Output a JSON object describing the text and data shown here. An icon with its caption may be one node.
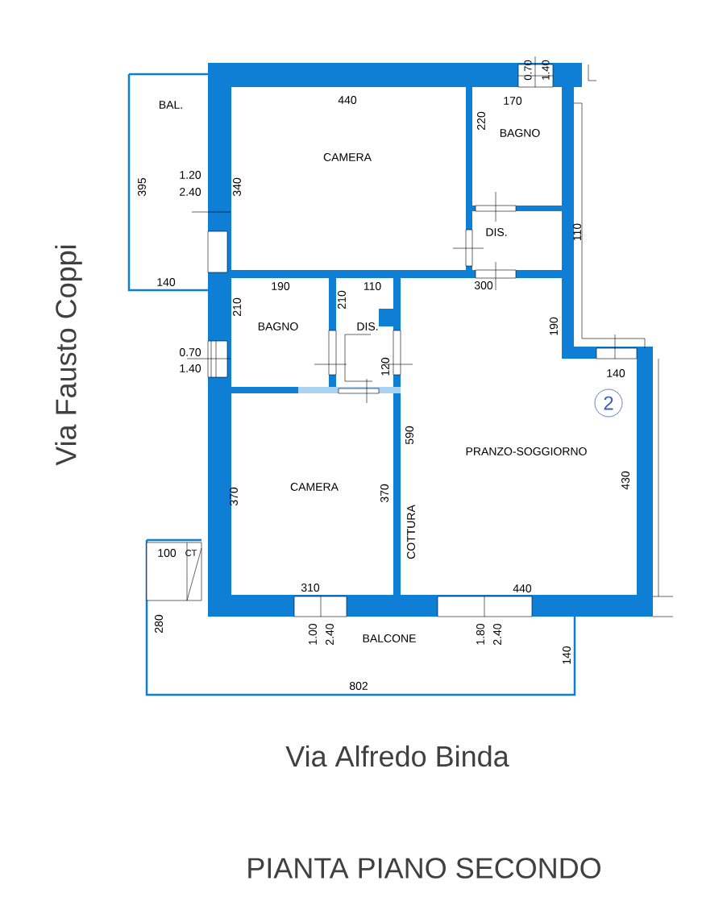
{
  "diagram": {
    "title": "PIANTA PIANO SECONDO",
    "nodes": [
      {
        "text": [
          "BAL."
        ]
      },
      {
        "text": [
          "CAMERA"
        ]
      },
      {
        "text": [
          "BAGNO"
        ]
      },
      {
        "text": [
          "DIS."
        ]
      },
      {
        "text": [
          "BAGNO"
        ]
      },
      {
        "text": [
          "DIS."
        ]
      },
      {
        "text": [
          "PRANZO-SOGGIORNO"
        ]
      },
      {
        "text": [
          "CAMERA"
        ]
      },
      {
        "text": [
          "COTTURA"
        ]
      },
      {
        "text": [
          "BALCONE"
        ]
      },
      {
        "text": [
          "2"
        ]
      }
    ],
    "labels": [
      "0.70",
      "1.40",
      "440",
      "170",
      "220",
      "395",
      "1.20",
      "2.40",
      "340",
      "110",
      "140",
      "190",
      "110",
      "300",
      "210",
      "210",
      "190",
      "0.70",
      "1.40",
      "120",
      "140",
      "590",
      "430",
      "370",
      "370",
      "100",
      "CT",
      "280",
      "310",
      "440",
      "1.00",
      "2.40",
      "1.80",
      "2.40",
      "140",
      "802",
      "Via Fausto Coppi",
      "Via Alfredo Binda"
    ]
  }
}
